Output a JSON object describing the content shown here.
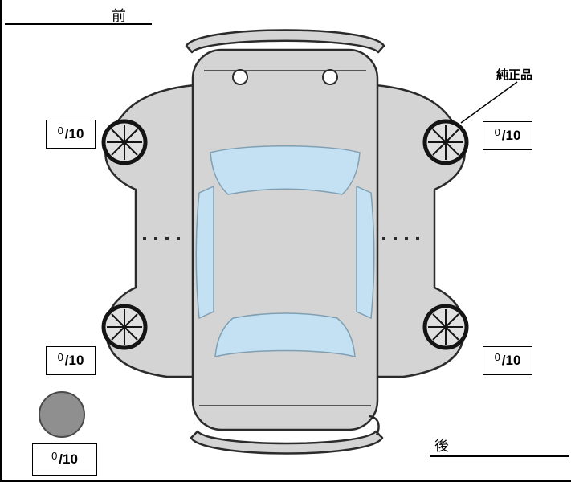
{
  "diagram": {
    "front_label": "前",
    "rear_label": "後",
    "genuine_part_label": "純正品"
  },
  "tread_gauges": {
    "front_left": {
      "numerator": "0",
      "denominator": "/10"
    },
    "front_right": {
      "numerator": "0",
      "denominator": "/10"
    },
    "rear_left": {
      "numerator": "0",
      "denominator": "/10"
    },
    "rear_right": {
      "numerator": "0",
      "denominator": "/10"
    },
    "spare": {
      "numerator": "0",
      "denominator": "/10"
    }
  },
  "colors": {
    "body_fill": "#d4d4d4",
    "body_stroke": "#2b2b2b",
    "glass_fill": "#c3e1f3",
    "glass_stroke": "#7f9fb3",
    "wheel_fill": "#e0e0e0",
    "wheel_stroke": "#141414",
    "spare_fill": "#8f8f8f",
    "ink": "#000000",
    "background": "#ffffff"
  }
}
